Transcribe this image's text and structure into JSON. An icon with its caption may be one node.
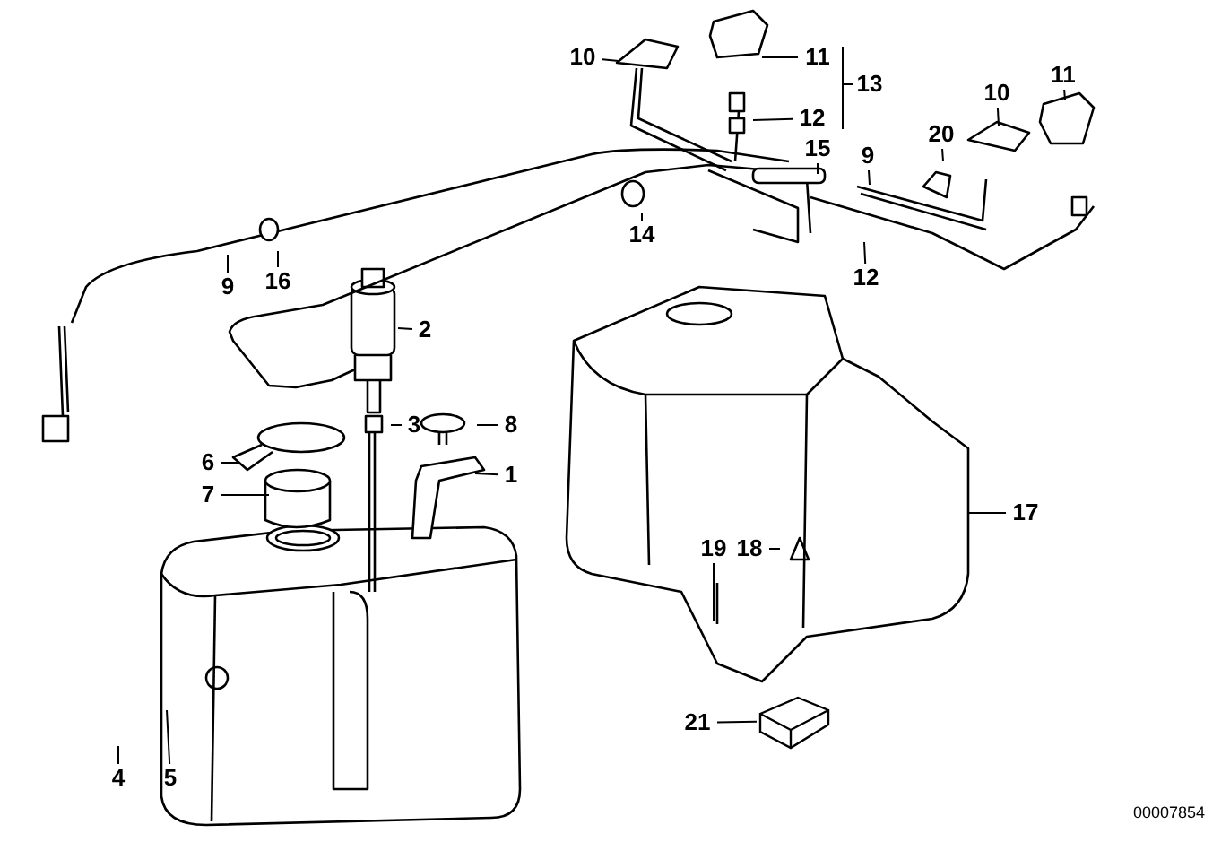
{
  "diagram": {
    "nodes": [
      {
        "text": [
          "10"
        ]
      },
      {
        "text": [
          "11"
        ]
      },
      {
        "text": [
          "13"
        ]
      },
      {
        "text": [
          "12"
        ]
      },
      {
        "text": [
          "10"
        ]
      },
      {
        "text": [
          "11"
        ]
      },
      {
        "text": [
          "20"
        ]
      },
      {
        "text": [
          "15"
        ]
      },
      {
        "text": [
          "9"
        ]
      },
      {
        "text": [
          "14"
        ]
      },
      {
        "text": [
          "12"
        ]
      },
      {
        "text": [
          "9"
        ]
      },
      {
        "text": [
          "16"
        ]
      },
      {
        "text": [
          "2"
        ]
      },
      {
        "text": [
          "3"
        ]
      },
      {
        "text": [
          "8"
        ]
      },
      {
        "text": [
          "1"
        ]
      },
      {
        "text": [
          "6"
        ]
      },
      {
        "text": [
          "7"
        ]
      },
      {
        "text": [
          "4"
        ]
      },
      {
        "text": [
          "5"
        ]
      },
      {
        "text": [
          "19"
        ]
      },
      {
        "text": [
          "18"
        ]
      },
      {
        "text": [
          "17"
        ]
      },
      {
        "text": [
          "21"
        ]
      },
      {
        "text": [],
        "shape": "box"
      }
    ],
    "edges": [
      {
        "from": 0,
        "to": null,
        "arrow": "none"
      },
      {
        "from": 1,
        "to": null,
        "arrow": "none"
      },
      {
        "from": 3,
        "to": null,
        "arrow": "none"
      },
      {
        "from": 4,
        "to": null,
        "arrow": "none"
      },
      {
        "from": 5,
        "to": null,
        "arrow": "none"
      },
      {
        "from": 6,
        "to": null,
        "arrow": "none"
      },
      {
        "from": 7,
        "to": null,
        "arrow": "none"
      },
      {
        "from": 8,
        "to": null,
        "arrow": "none"
      },
      {
        "from": 9,
        "to": null,
        "arrow": "none"
      },
      {
        "from": 10,
        "to": null,
        "arrow": "none"
      },
      {
        "from": 11,
        "to": null,
        "arrow": "none"
      },
      {
        "from": 12,
        "to": null,
        "arrow": "none"
      },
      {
        "from": 13,
        "to": null,
        "arrow": "none"
      },
      {
        "from": 14,
        "to": null,
        "arrow": "none"
      },
      {
        "from": 15,
        "to": null,
        "arrow": "none"
      },
      {
        "from": 16,
        "to": null,
        "arrow": "none"
      },
      {
        "from": 17,
        "to": null,
        "arrow": "none"
      },
      {
        "from": 18,
        "to": null,
        "arrow": "none"
      },
      {
        "from": 19,
        "to": null,
        "arrow": "none"
      },
      {
        "from": 20,
        "to": null,
        "arrow": "none"
      },
      {
        "from": 21,
        "to": null,
        "arrow": "none"
      },
      {
        "from": 22,
        "to": null,
        "arrow": "none"
      },
      {
        "from": 23,
        "to": null,
        "arrow": "none"
      },
      {
        "from": 24,
        "to": 25,
        "arrow": "none"
      }
    ],
    "labels": [
      "00007854"
    ]
  }
}
